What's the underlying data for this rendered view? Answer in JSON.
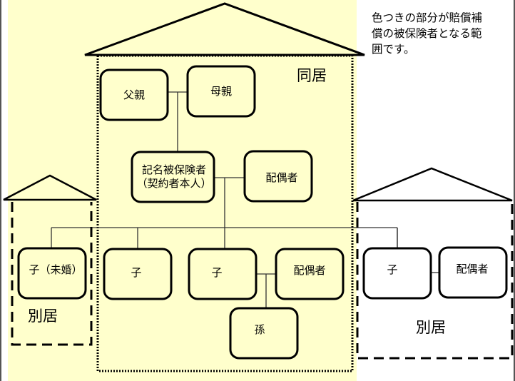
{
  "colors": {
    "covered_area": "#ffffcc",
    "line": "#000000",
    "background": "#ffffff"
  },
  "note": {
    "lines": [
      "色つきの部分が賠償補",
      "償の被保険者となる範",
      "囲です。"
    ]
  },
  "main_house": {
    "label": "同居",
    "father": "父親",
    "mother": "母親",
    "insured_line1": "記名被保険者",
    "insured_line2": "（契約者本人）",
    "spouse": "配偶者",
    "child1": "子",
    "child2": "子",
    "child2_spouse": "配偶者",
    "grandchild": "孫"
  },
  "left_house": {
    "label": "別居",
    "child": "子（未婚）"
  },
  "right_house": {
    "label": "別居",
    "child": "子",
    "spouse": "配偶者"
  }
}
